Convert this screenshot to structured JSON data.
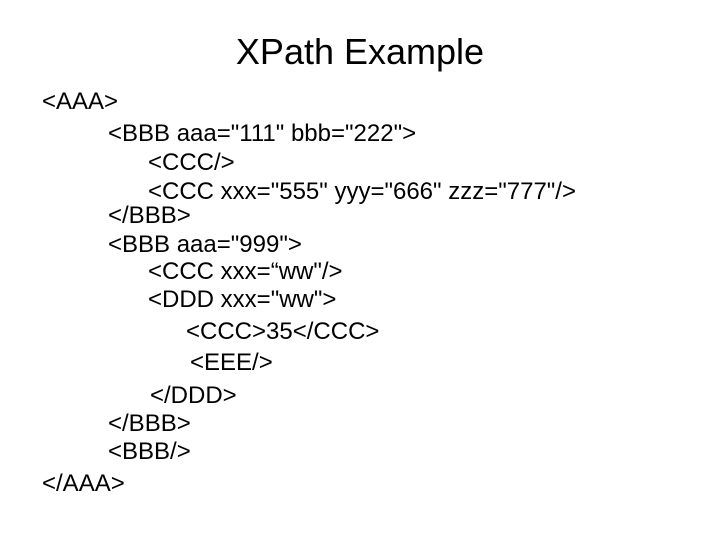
{
  "slide": {
    "title": "XPath Example",
    "lines": [
      "<AAA>",
      "<BBB aaa=\"111\" bbb=\"222\">",
      "<CCC/>",
      "<CCC xxx=\"555\" yyy=\"666\" zzz=\"777\"/>",
      "</BBB>",
      "<BBB aaa=\"999\">",
      "<CCC xxx=“ww\"/>",
      "<DDD xxx=\"ww\">",
      "<CCC>35</CCC>",
      "<EEE/>",
      "</DDD>",
      "</BBB>",
      "<BBB/>",
      "</AAA>"
    ]
  }
}
